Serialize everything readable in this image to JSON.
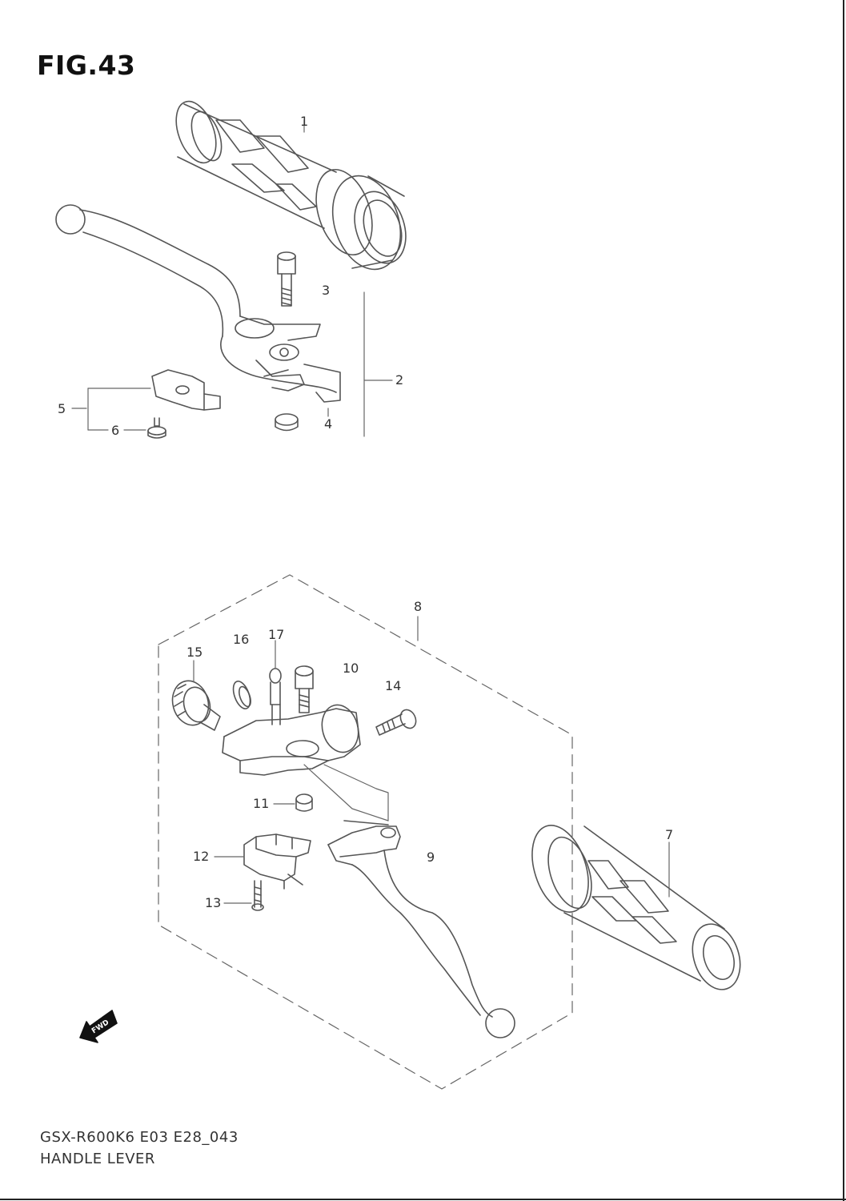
{
  "figure": {
    "title": "FIG.43"
  },
  "callouts": [
    "1",
    "2",
    "3",
    "4",
    "5",
    "6",
    "7",
    "8",
    "9",
    "10",
    "11",
    "12",
    "13",
    "14",
    "15",
    "16",
    "17"
  ],
  "direction_marker": {
    "text": "FWD",
    "icon": "fwd-arrow-icon"
  },
  "footer": {
    "code": "GSX-R600K6 E03 E28_043",
    "name": "HANDLE LEVER"
  }
}
